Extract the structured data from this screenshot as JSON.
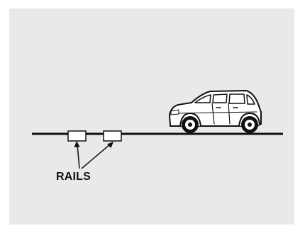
{
  "diagram": {
    "label": "RAILS",
    "colors": {
      "background": "#e9e9e9",
      "line": "#111111",
      "rail_fill": "#ffffff",
      "car_fill": "#ffffff"
    },
    "icons": [
      "car-icon",
      "rail-marker",
      "arrow"
    ]
  }
}
